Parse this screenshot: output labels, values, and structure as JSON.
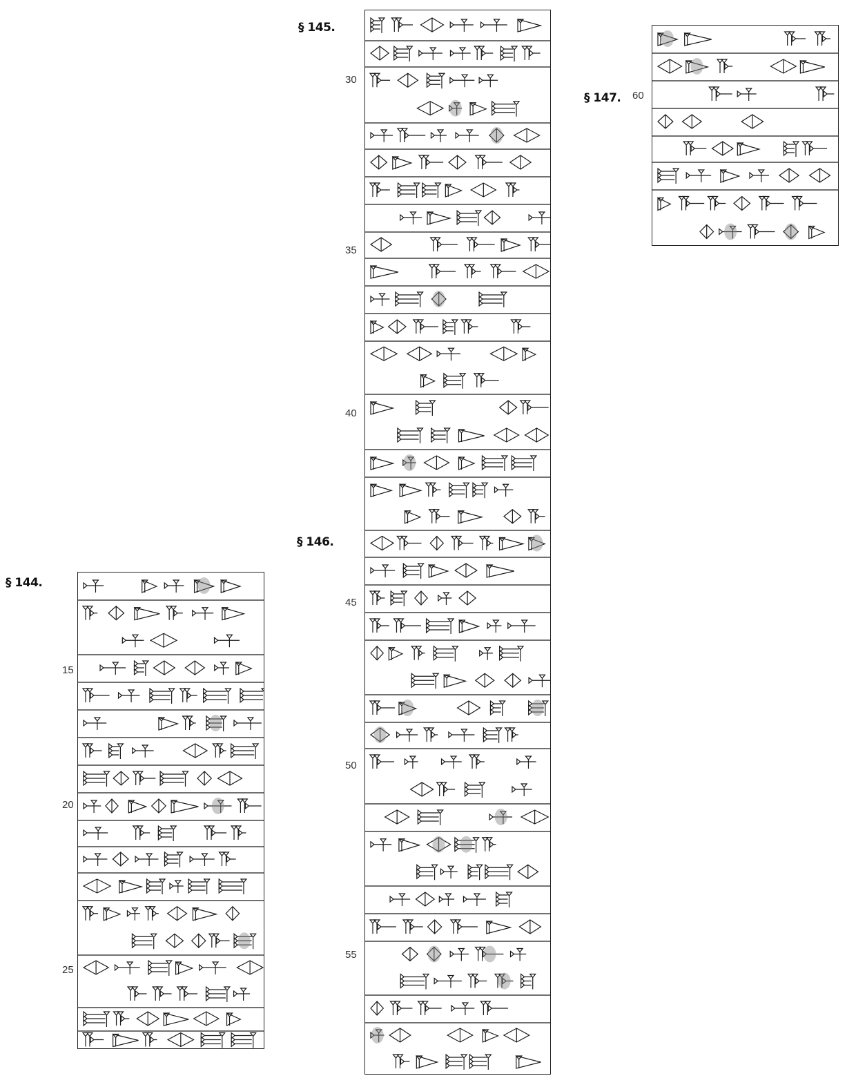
{
  "sections": {
    "s144": "§ 144.",
    "s145": "§ 145.",
    "s146": "§ 146.",
    "s147": "§ 147."
  },
  "line_numbers": {
    "n15": "15",
    "n20": "20",
    "n25": "25",
    "n30": "30",
    "n35": "35",
    "n40": "40",
    "n45": "45",
    "n50": "50",
    "n55": "55",
    "n60": "60"
  },
  "ink_color": "#1a1a1a",
  "damage_color": "#8a8a8a"
}
